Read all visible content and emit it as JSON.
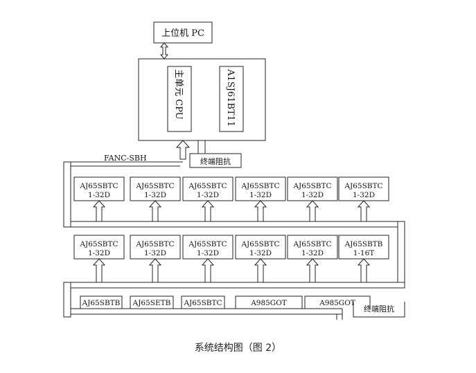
{
  "pc": {
    "label": "上位机 PC"
  },
  "main_unit": {
    "cpu_label": "主单元 CPU",
    "module_label": "A1SJ61BT11"
  },
  "terminator_top": "终端阻抗",
  "terminator_bottom": "终端阻抗",
  "cable_label": "FANC-SBH",
  "row1": [
    {
      "line1": "AJ65SBTC",
      "line2": "1-32D"
    },
    {
      "line1": "AJ65SBTC",
      "line2": "1-32D"
    },
    {
      "line1": "AJ65SBTC",
      "line2": "1-32D"
    },
    {
      "line1": "AJ65SBTC",
      "line2": "1-32D"
    },
    {
      "line1": "AJ65SBTC",
      "line2": "1-32D"
    },
    {
      "line1": "AJ65SBTC",
      "line2": "1-32D"
    }
  ],
  "row2": [
    {
      "line1": "AJ65SBTC",
      "line2": "1-32D"
    },
    {
      "line1": "AJ65SBTC",
      "line2": "1-32D"
    },
    {
      "line1": "AJ65SBTC",
      "line2": "1-32D"
    },
    {
      "line1": "AJ65SBTC",
      "line2": "1-32D"
    },
    {
      "line1": "AJ65SBTC",
      "line2": "1-32D"
    },
    {
      "line1": "AJ65SBTB",
      "line2": "1-16T"
    }
  ],
  "row3": [
    {
      "line1": "AJ65SBTB"
    },
    {
      "line1": "AJ65SETB"
    },
    {
      "line1": "AJ65SBTC"
    },
    {
      "line1": "A985GOT"
    },
    {
      "line1": "A985GOT"
    }
  ],
  "caption": "系统结构图（图 2）"
}
